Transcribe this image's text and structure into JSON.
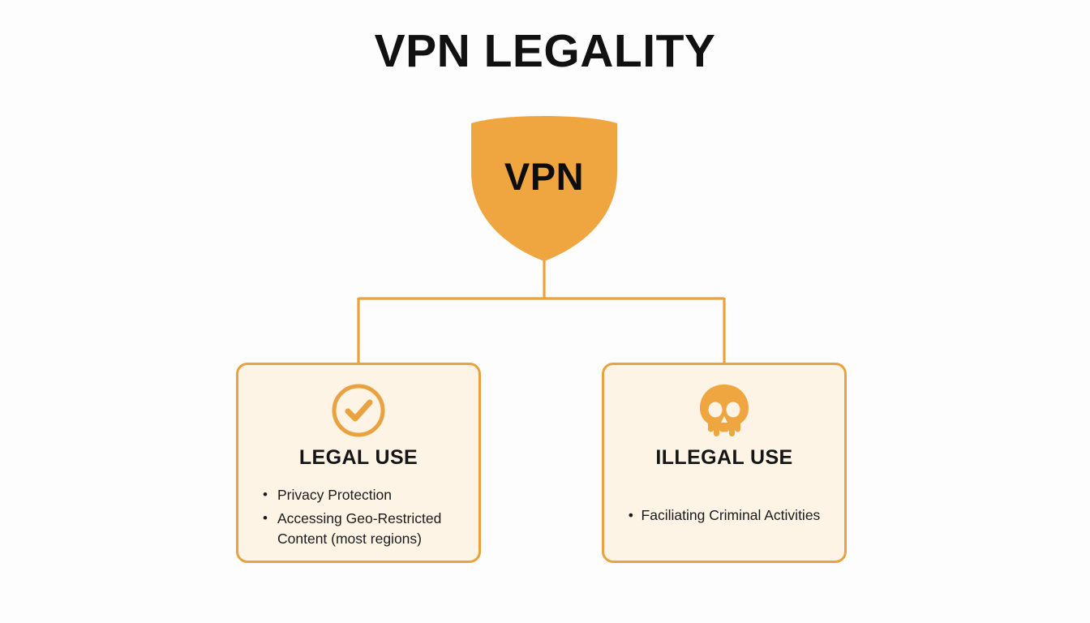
{
  "page": {
    "title": "VPN LEGALITY",
    "background_color": "#fdfdfd"
  },
  "theme": {
    "accent_color": "#e9a23f",
    "shield_fill": "#efa640",
    "card_fill": "#fdf4e5",
    "card_border": "#e9a23f",
    "text_color": "#151515"
  },
  "diagram": {
    "root": {
      "label": "VPN",
      "icon": "shield-icon",
      "shape": "shield"
    },
    "branches": [
      {
        "id": "legal",
        "icon": "circle-check-icon",
        "heading": "LEGAL USE",
        "items": [
          "Privacy Protection",
          "Accessing Geo-Restricted Content (most regions)"
        ]
      },
      {
        "id": "illegal",
        "icon": "skull-icon",
        "heading": "ILLEGAL USE",
        "items": [
          "Faciliating Criminal Activities"
        ]
      }
    ]
  }
}
